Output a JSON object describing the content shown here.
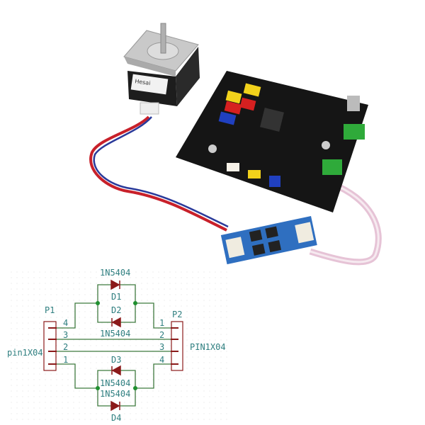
{
  "photo": {
    "motor_brand_logo": "Hesai",
    "colors": {
      "board": "#151515",
      "module": "#2f6fc0",
      "cable_red": "#c8202a",
      "cable_blue": "#2a3a9a",
      "ribbon": "#e8c8d8"
    }
  },
  "schematic": {
    "connectors": {
      "p1": {
        "ref": "P1",
        "value": "pin1X04",
        "pins": [
          "4",
          "3",
          "2",
          "1"
        ]
      },
      "p2": {
        "ref": "P2",
        "value": "PIN1X04",
        "pins": [
          "1",
          "2",
          "3",
          "4"
        ]
      }
    },
    "diodes": [
      {
        "ref": "D1",
        "value": "1N5404"
      },
      {
        "ref": "D2",
        "value": "1N5404"
      },
      {
        "ref": "D3",
        "value": "1N5404"
      },
      {
        "ref": "D4",
        "value": "1N5404"
      }
    ],
    "colors": {
      "wire": "#3f7a3f",
      "diode": "#8b1a1a",
      "text": "#2f7f80",
      "junction": "#1f8f2f",
      "pin": "#8b1a1a"
    }
  }
}
